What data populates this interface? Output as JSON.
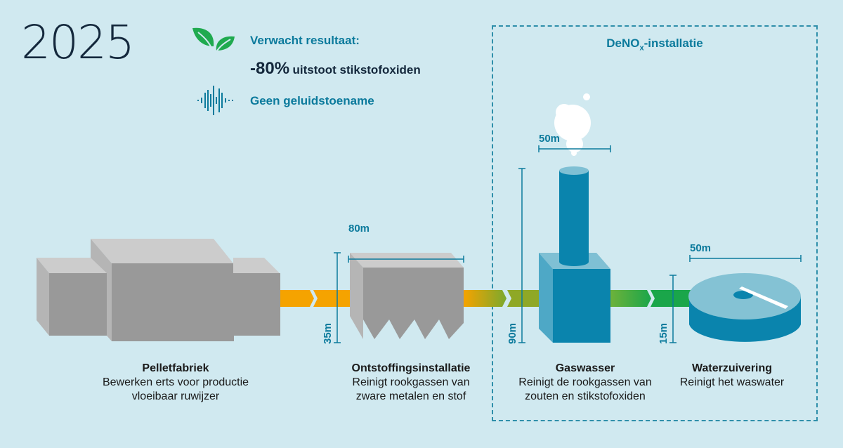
{
  "year": "2025",
  "result": {
    "title": "Verwacht resultaat:",
    "value": "-80%",
    "text": "uitstoot stikstofoxiden",
    "noise": "Geen geluidstoename"
  },
  "icons": {
    "leaf": "leaf-icon",
    "sound": "sound-wave-icon"
  },
  "deno": {
    "title_prefix": "DeNO",
    "title_sub": "x",
    "title_suffix": "-installatie"
  },
  "dimensions": {
    "ontstoffing_width": "80m",
    "ontstoffing_height": "35m",
    "gaswasser_width": "50m",
    "gaswasser_height": "90m",
    "water_width": "50m",
    "water_height": "15m"
  },
  "stations": [
    {
      "name": "Pelletfabriek",
      "desc1": "Bewerken erts voor productie",
      "desc2": "vloeibaar ruwijzer"
    },
    {
      "name": "Ontstoffingsinstallatie",
      "desc1": "Reinigt rookgassen van",
      "desc2": "zware metalen en stof"
    },
    {
      "name": "Gaswasser",
      "desc1": "Reinigt de rookgassen van",
      "desc2": "zouten en stikstofoxiden"
    },
    {
      "name": "Waterzuivering",
      "desc1": "Reinigt het waswater",
      "desc2": ""
    }
  ],
  "colors": {
    "background": "#d0e9f0",
    "accent": "#0b7a9c",
    "flow_start": "#f5a300",
    "flow_end": "#1aa64a",
    "gray_building": "#999999",
    "blue_building": "#0a84ad"
  }
}
